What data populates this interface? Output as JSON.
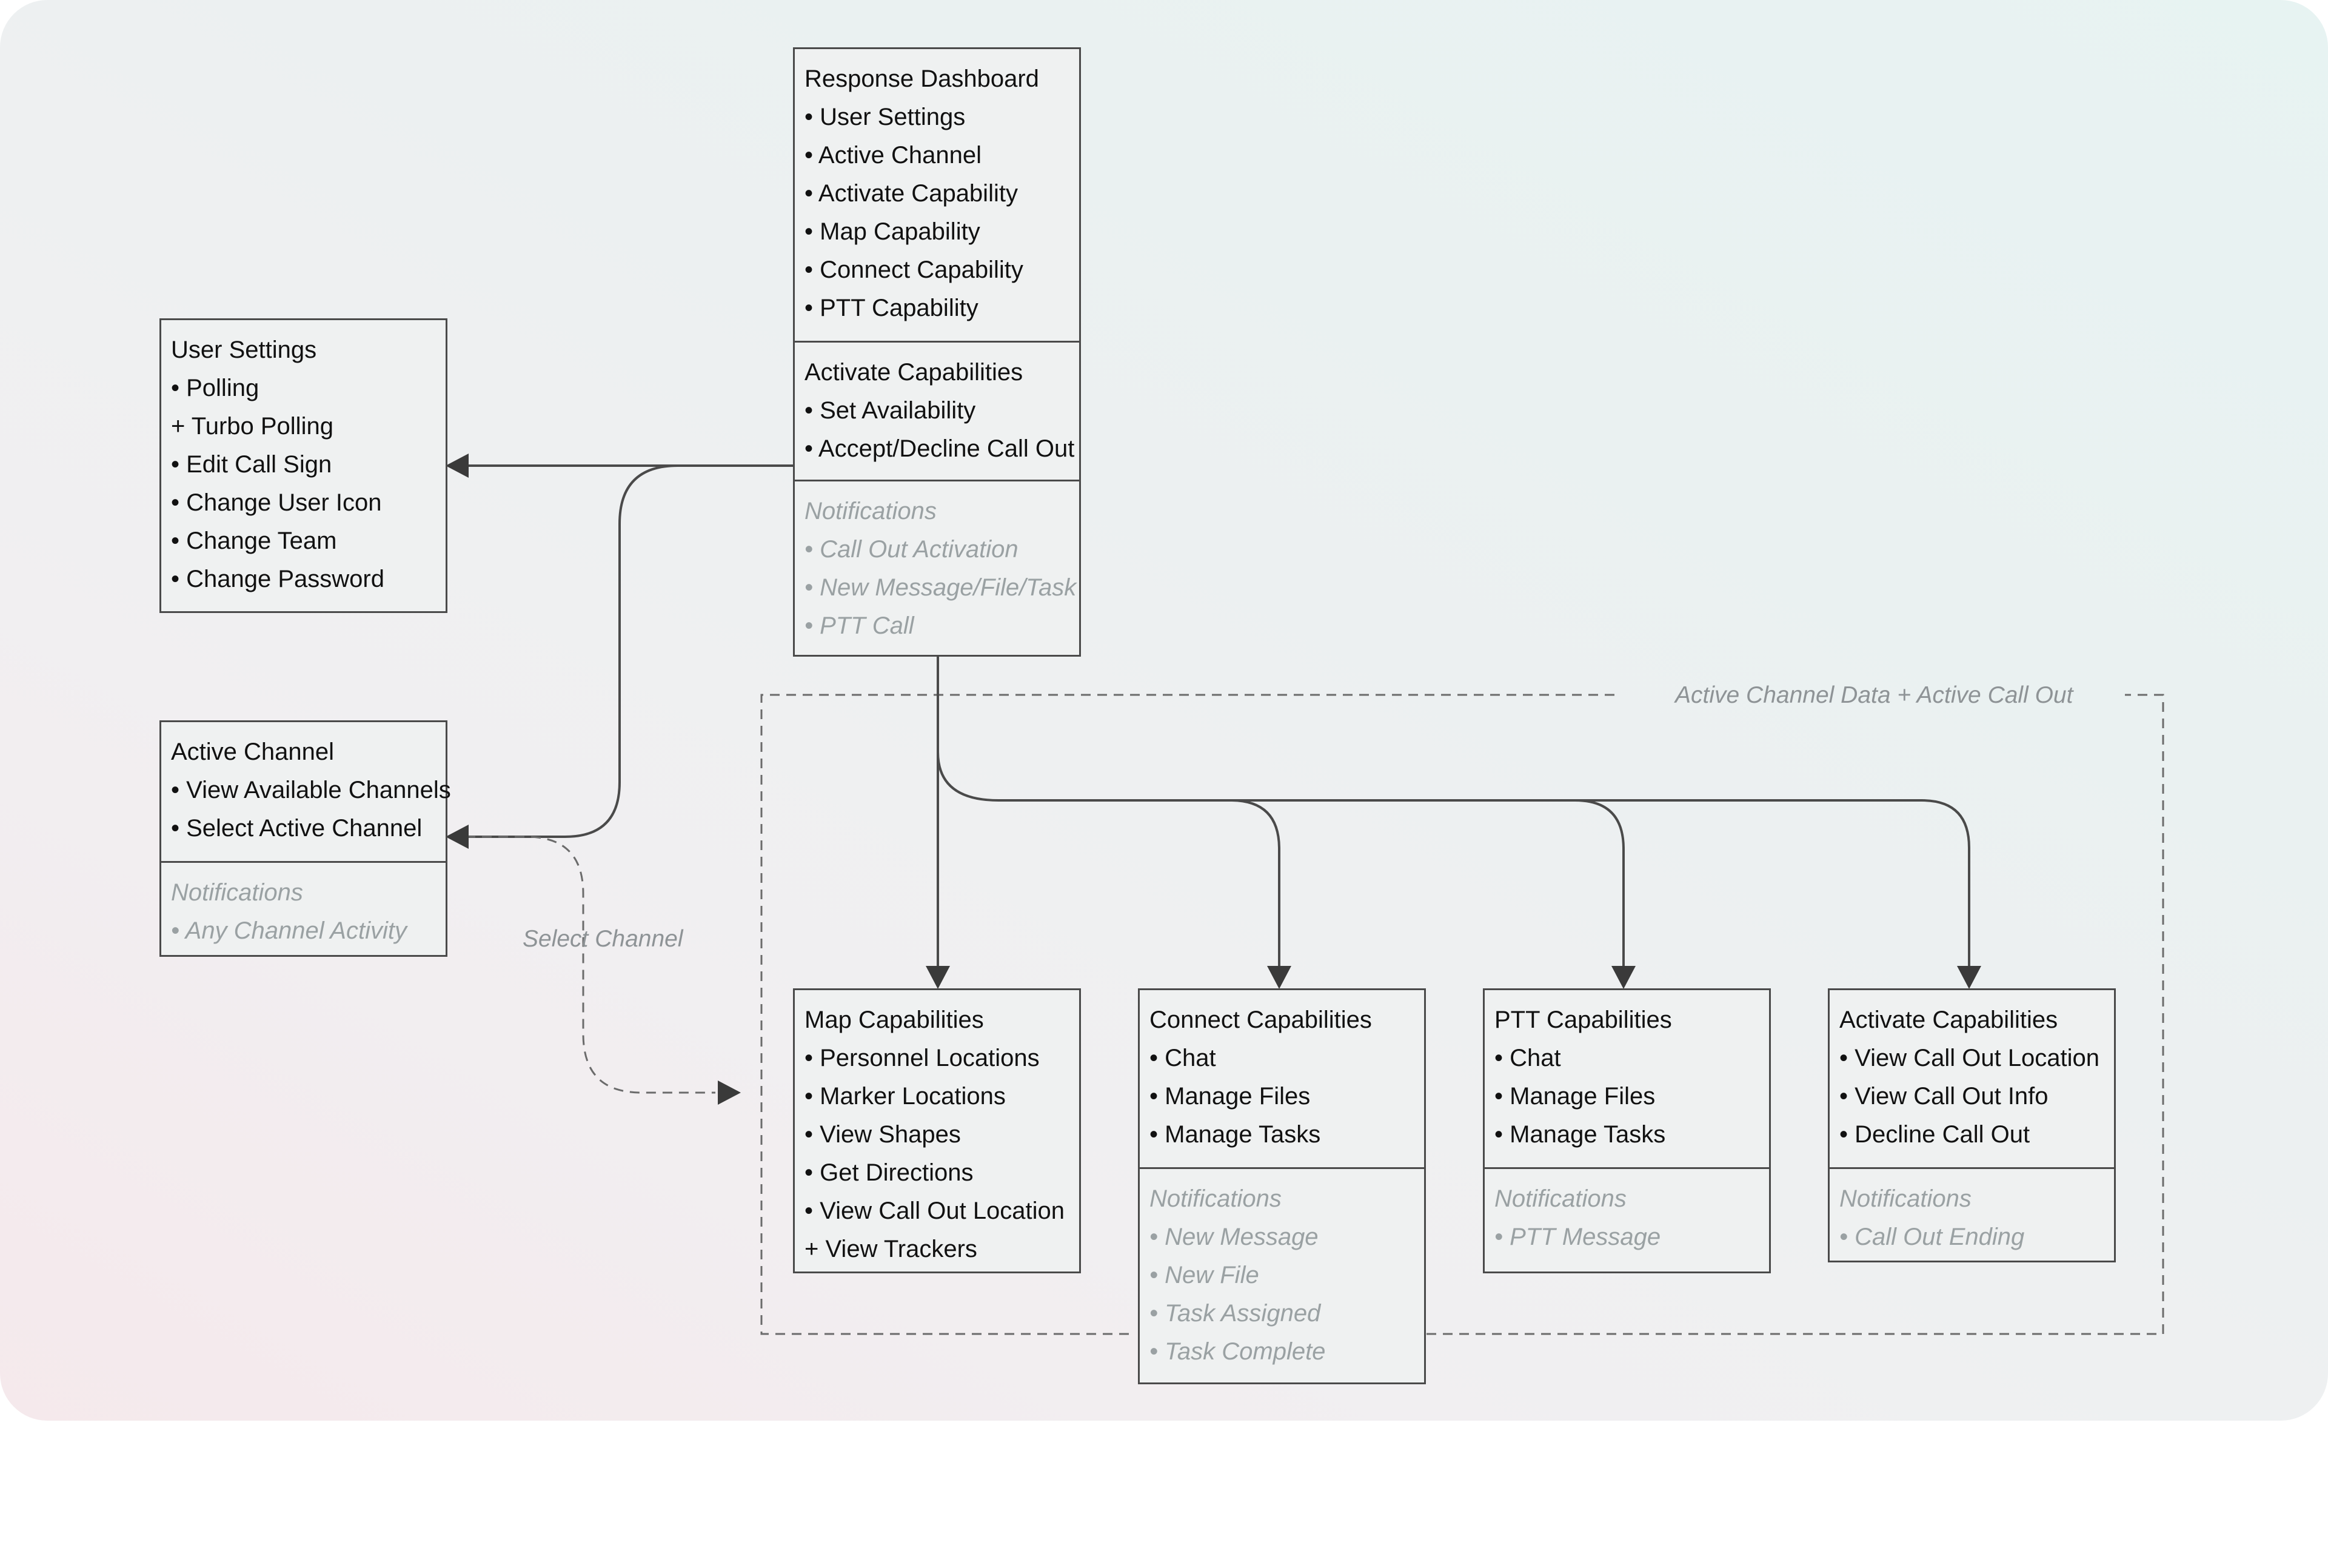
{
  "diagram": {
    "group_label": "Active Channel Data + Active Call Out",
    "edge_label": "Select Channel",
    "nodes": {
      "response_dashboard": {
        "sections": [
          {
            "kind": "main",
            "rows": [
              "Response Dashboard",
              "• User Settings",
              "• Active Channel",
              "• Activate Capability",
              "• Map Capability",
              "• Connect Capability",
              "• PTT Capability"
            ]
          },
          {
            "kind": "main",
            "rows": [
              "Activate Capabilities",
              "• Set Availability",
              "• Accept/Decline Call Out"
            ]
          },
          {
            "kind": "notif",
            "rows": [
              "Notifications",
              "• Call Out Activation",
              "• New Message/File/Task",
              "• PTT Call"
            ]
          }
        ]
      },
      "user_settings": {
        "sections": [
          {
            "kind": "main",
            "rows": [
              "User Settings",
              "• Polling",
              "+ Turbo Polling",
              "• Edit Call Sign",
              "• Change User Icon",
              "• Change Team",
              "• Change Password"
            ]
          }
        ]
      },
      "active_channel": {
        "sections": [
          {
            "kind": "main",
            "rows": [
              "Active Channel",
              "• View Available Channels",
              "• Select Active Channel"
            ]
          },
          {
            "kind": "notif",
            "rows": [
              "Notifications",
              "• Any Channel Activity"
            ]
          }
        ]
      },
      "map_capabilities": {
        "sections": [
          {
            "kind": "main",
            "rows": [
              "Map Capabilities",
              "• Personnel Locations",
              "• Marker Locations",
              "• View Shapes",
              "• Get Directions",
              "• View Call Out Location",
              "+ View Trackers"
            ]
          }
        ]
      },
      "connect_capabilities": {
        "sections": [
          {
            "kind": "main",
            "rows": [
              "Connect Capabilities",
              "• Chat",
              "• Manage Files",
              "• Manage Tasks"
            ]
          },
          {
            "kind": "notif",
            "rows": [
              "Notifications",
              "• New Message",
              "• New File",
              "• Task Assigned",
              "• Task Complete"
            ]
          }
        ]
      },
      "ptt_capabilities": {
        "sections": [
          {
            "kind": "main",
            "rows": [
              "PTT Capabilities",
              "• Chat",
              "• Manage Files",
              "• Manage Tasks"
            ]
          },
          {
            "kind": "notif",
            "rows": [
              "Notifications",
              "• PTT Message"
            ]
          }
        ]
      },
      "activate_capabilities": {
        "sections": [
          {
            "kind": "main",
            "rows": [
              "Activate Capabilities",
              "• View Call Out Location",
              "• View Call Out Info",
              "• Decline Call Out"
            ]
          },
          {
            "kind": "notif",
            "rows": [
              "Notifications",
              "• Call Out Ending"
            ]
          }
        ]
      }
    }
  }
}
